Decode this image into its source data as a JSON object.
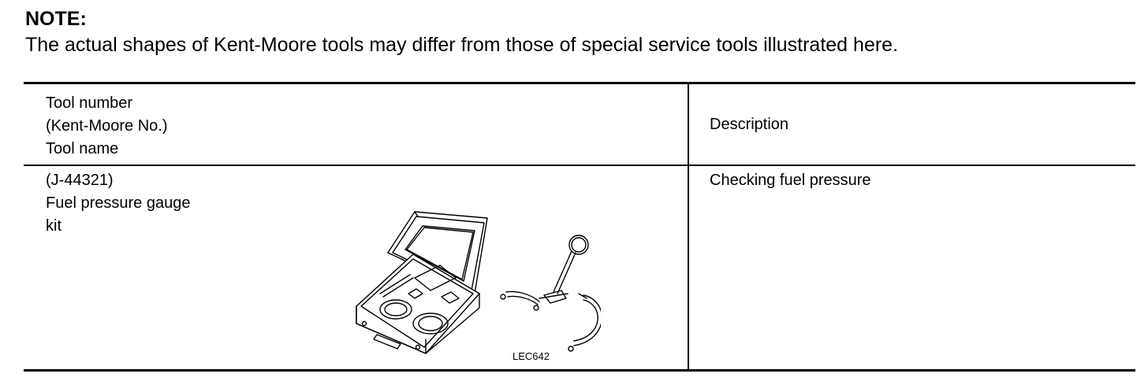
{
  "note": {
    "heading": "NOTE:",
    "text": "The actual shapes of Kent-Moore tools may differ from those of special service tools illustrated here."
  },
  "table": {
    "header": {
      "tool_lines": [
        "Tool number",
        "(Kent-Moore No.)",
        "Tool name"
      ],
      "description": "Description"
    },
    "rows": [
      {
        "kent_moore_no": "(J-44321)",
        "tool_name_lines": [
          "Fuel pressure gauge",
          "kit"
        ],
        "description": "Checking fuel pressure",
        "figure_label": "LEC642"
      }
    ]
  }
}
